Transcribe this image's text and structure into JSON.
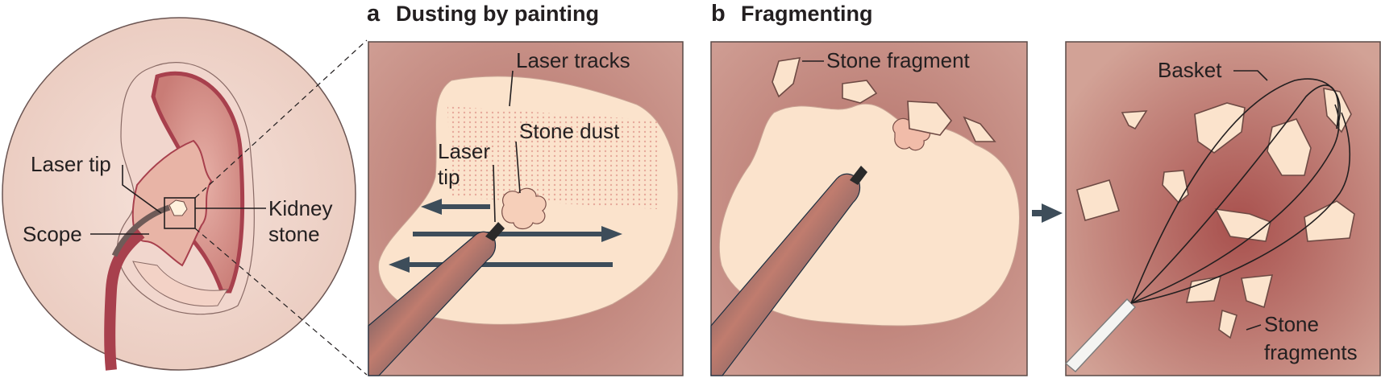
{
  "overview": {
    "laser_tip": "Laser tip",
    "scope": "Scope",
    "kidney_stone_line1": "Kidney",
    "kidney_stone_line2": "stone"
  },
  "panel_a": {
    "letter": "a",
    "title": "Dusting by painting",
    "laser_tracks": "Laser tracks",
    "stone_dust": "Stone dust",
    "laser_tip_line1": "Laser",
    "laser_tip_line2": "tip"
  },
  "panel_b": {
    "letter": "b",
    "title": "Fragmenting",
    "stone_fragment": "Stone fragment",
    "basket": "Basket",
    "stone_fragments_line1": "Stone",
    "stone_fragments_line2": "fragments"
  },
  "colors": {
    "panel_bg": "#c8938a",
    "stone": "#fbe3cc",
    "kidney_tissue": "#d99a94",
    "ureter": "#a8404d",
    "scope_blue": "#2e4f6a",
    "arrow": "#3d4d5a"
  }
}
